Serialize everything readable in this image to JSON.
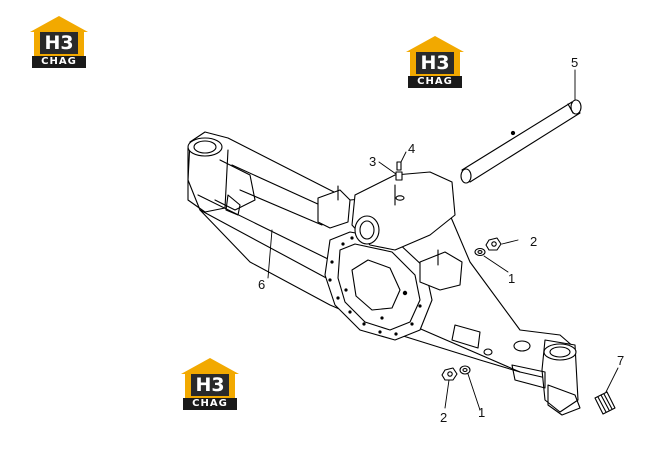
{
  "logo": {
    "mark": "H3",
    "subtitle": "CHAG"
  },
  "callouts": {
    "c1a": "1",
    "c1b": "1",
    "c2a": "2",
    "c2b": "2",
    "c3": "3",
    "c4": "4",
    "c5": "5",
    "c6": "6",
    "c7": "7"
  },
  "colors": {
    "logo_yellow": "#f2a900",
    "logo_dark": "#2a2a2a",
    "line": "#000000"
  }
}
